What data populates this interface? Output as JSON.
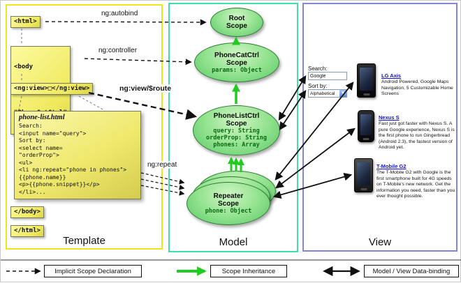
{
  "diagram": {
    "columns": {
      "template": "Template",
      "model": "Model",
      "view": "View"
    }
  },
  "template": {
    "html_open": "<html>",
    "body_open": [
      "<body",
      "ng:controller=",
      "\"PhoneCatCtrl\""
    ],
    "ng_view": "<ng:view>□</ng:view>",
    "body_close": "</body>",
    "html_close": "</html>",
    "note": {
      "title": "phone-list.html",
      "code": [
        "Search:",
        "<input name=\"query\">",
        "Sort by:",
        "<select name=",
        "\"orderProp\">",
        "<ul>",
        "<li ng:repeat=\"phone in phones\">",
        "{{phone.name}}",
        "<p>{{phone.snippet}}</p>",
        "</li>..."
      ]
    }
  },
  "arrow_labels": {
    "autobind": "ng:autobind",
    "controller": "ng:controller",
    "view_route": "ng:view/$route",
    "repeat": "ng:repeat"
  },
  "model": {
    "scopes": {
      "root": {
        "name": "Root\nScope"
      },
      "phonecat": {
        "name": "PhoneCatCtrl\nScope",
        "props": [
          "params: Object"
        ]
      },
      "phonelist": {
        "name": "PhoneListCtrl\nScope",
        "props": [
          "query: String",
          "orderProp: String",
          "phones: Array"
        ]
      },
      "repeater": {
        "name": "Repeater\nScope",
        "props": [
          "phone: Object"
        ]
      }
    }
  },
  "view": {
    "search_label": "Search:",
    "search_value": "Google",
    "sort_label": "Sort by:",
    "sort_value": "Alphabetical",
    "phones": [
      {
        "name": "LG Axis",
        "desc": "Android Powered, Google Maps Navigation, 5 Customizable Home Screens"
      },
      {
        "name": "Nexus S",
        "desc": "Fast just got faster with Nexus S. A pure Google experience, Nexus S is the first phone to run Gingerbread (Android 2.3), the fastest version of Android yet."
      },
      {
        "name": "T-Mobile G2",
        "desc": "The T-Mobile G2 with Google is the first smartphone built for 4G speeds on T-Mobile's new network. Get the information you need, faster than you ever thought possible."
      }
    ]
  },
  "legend": {
    "implicit": "Implicit Scope Declaration",
    "inheritance": "Scope Inheritance",
    "databinding": "Model / View Data-binding"
  },
  "colors": {
    "template_border": "#f0e41c",
    "model_border": "#3fdfa5",
    "view_border": "#8585d6",
    "scope_green": "#8fe18c",
    "inheritance_green": "#1fcc1f",
    "link_blue": "#1414cc"
  }
}
